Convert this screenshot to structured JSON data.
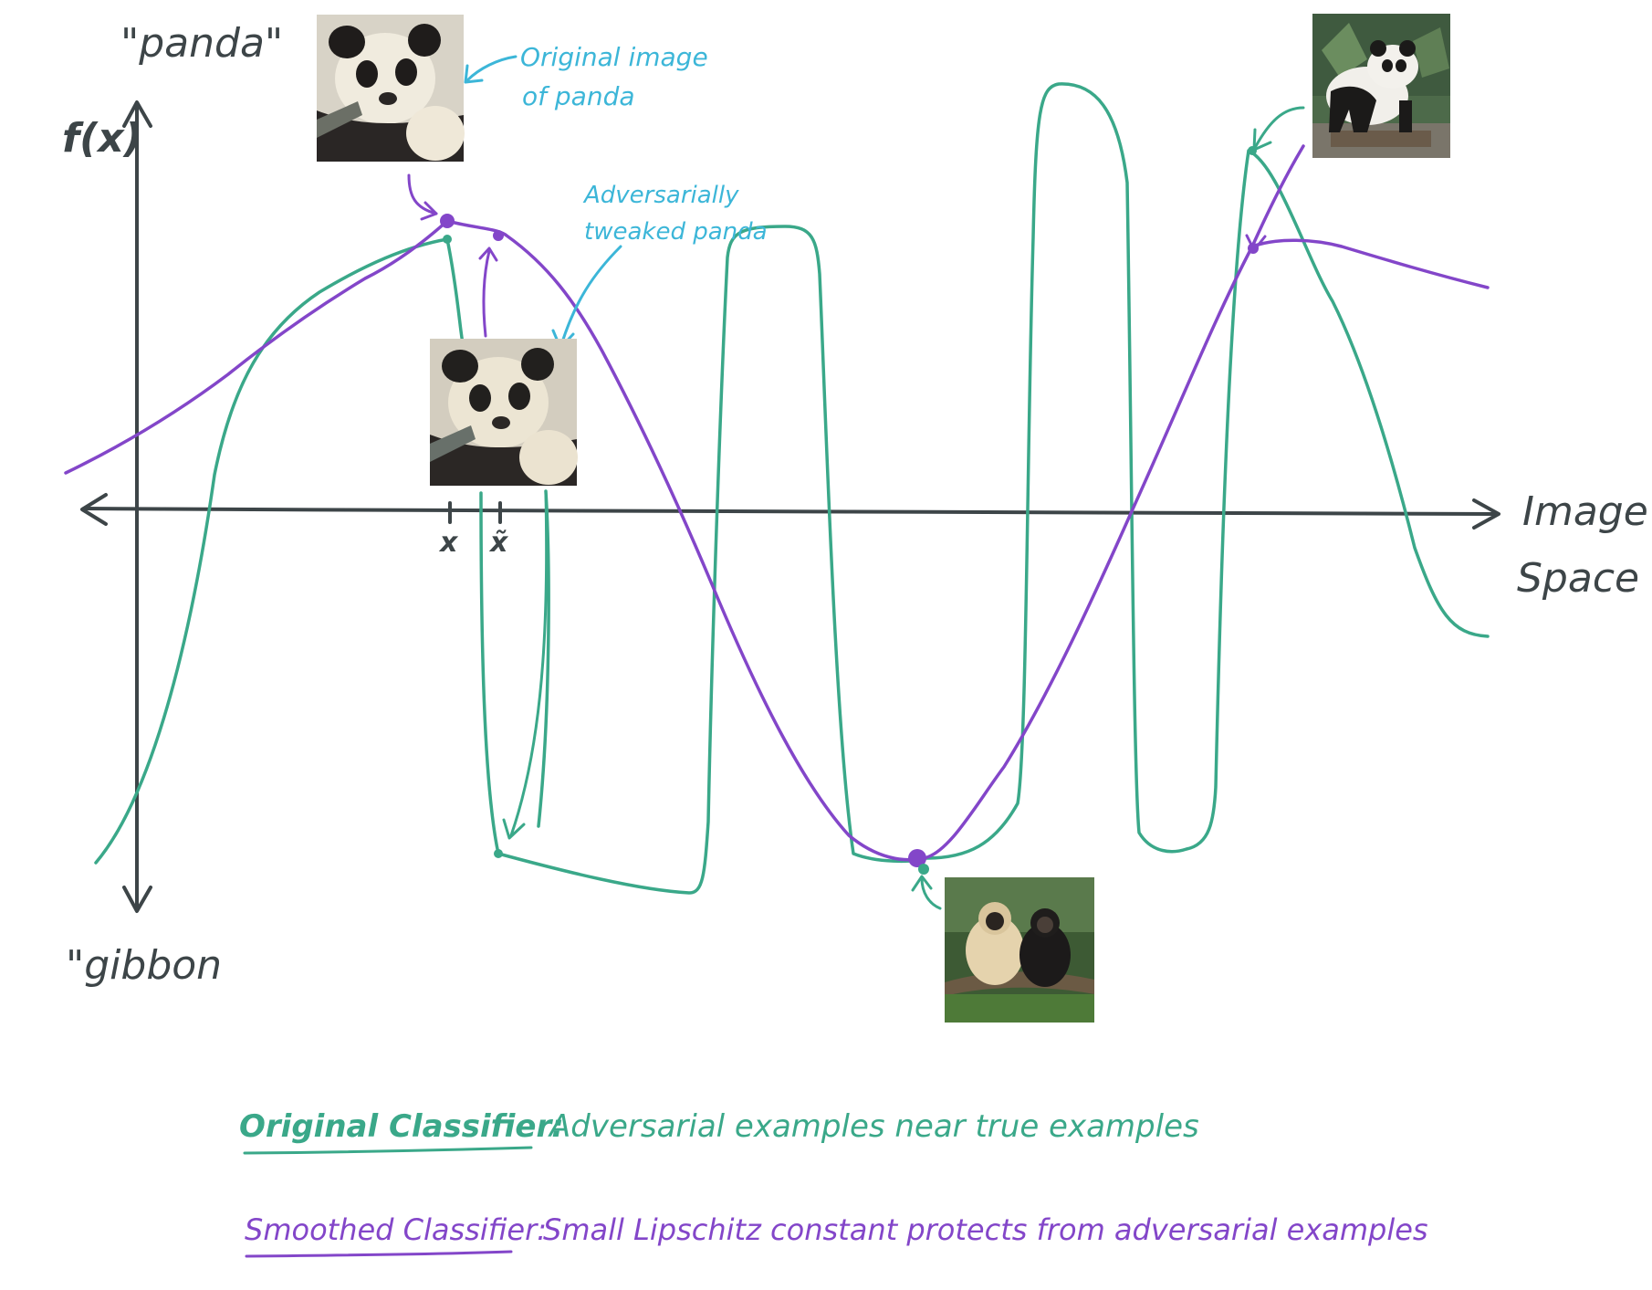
{
  "labels": {
    "panda_label": "\"panda\"",
    "gibbon_label": "\"gibbon",
    "fx_label": "f(x)",
    "image_space_1": "Image",
    "image_space_2": "Space",
    "x_tick": "x",
    "x_tilde_tick": "x̃",
    "original_image_1": "Original image",
    "original_image_2": "of panda",
    "adv_1": "Adversarially",
    "adv_2": "tweaked panda"
  },
  "legend": {
    "original_title": "Original Classifier:",
    "original_text": "Adversarial examples near true examples",
    "smoothed_title": "Smoothed Classifier:",
    "smoothed_text": "Small Lipschitz constant protects from adversarial examples"
  },
  "colors": {
    "teal": "#3aa889",
    "purple": "#8346c9",
    "cyan": "#3cb6d8",
    "axis": "#3d4548"
  },
  "icons": {
    "panda_original": "panda-photo-icon",
    "panda_adversarial": "panda-photo-icon",
    "panda_standing": "panda-photo-icon",
    "gibbons": "gibbon-photo-icon"
  }
}
